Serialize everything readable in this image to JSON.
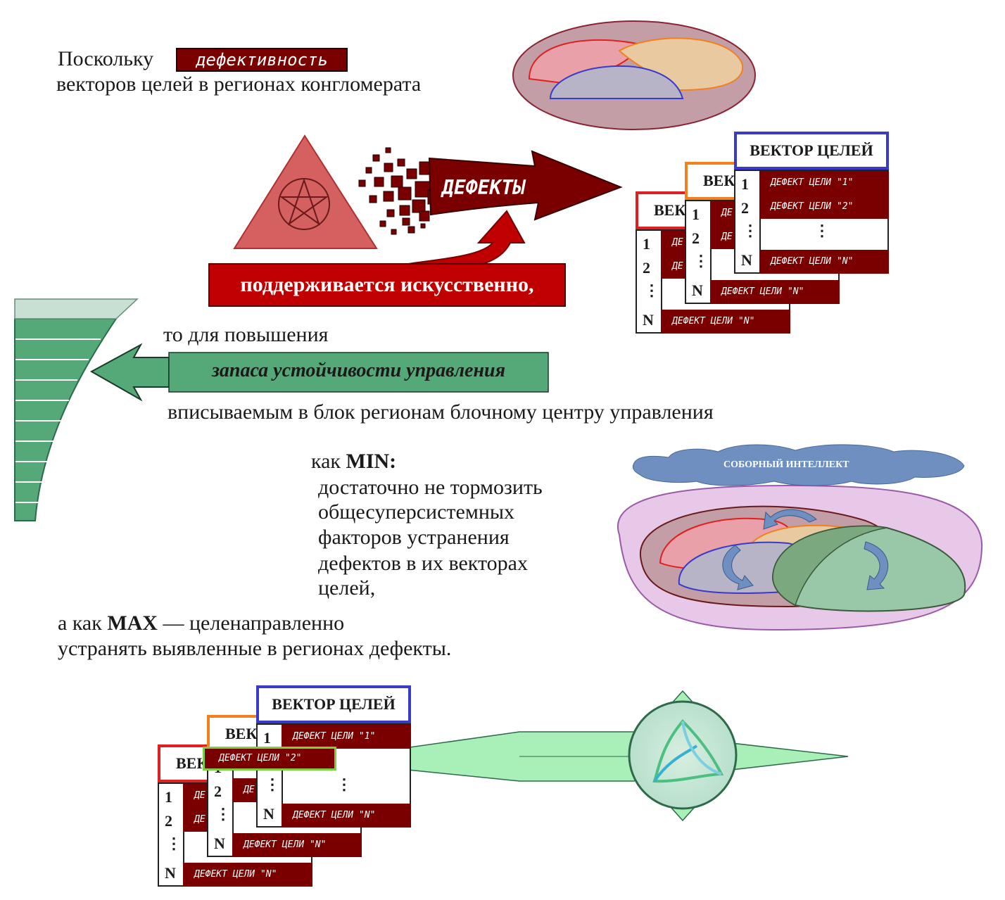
{
  "intro": {
    "prefix": "Поскольку",
    "badge": "дефективность",
    "line2": "векторов целей в регионах конгломерата"
  },
  "defects_arrow": {
    "label": "ДЕФЕКТЫ"
  },
  "support_box": {
    "label": "поддерживается искусственно,"
  },
  "goal_vector": {
    "title": "ВЕКТОР ЦЕЛЕЙ",
    "title_short": "ВЕК",
    "rows": [
      {
        "index": "1",
        "text": "ДЕФЕКТ ЦЕЛИ \"1\""
      },
      {
        "index": "2",
        "text": "ДЕФЕКТ ЦЕЛИ \"2\""
      },
      {
        "index": "⋮",
        "text": "⋮"
      },
      {
        "index": "N",
        "text": "ДЕФЕКТ ЦЕЛИ \"N\""
      }
    ],
    "cut_prefix": "ДЕ"
  },
  "increase": {
    "line1": "то для повышения"
  },
  "stability": {
    "label": "запаса устойчивости управления"
  },
  "inscribed": {
    "line": "вписываемым в блок регионам блочному центру управления"
  },
  "min": {
    "prefix": "как",
    "keyword": "MIN:",
    "lines": [
      "достаточно не тормозить",
      "общесуперсистемных",
      "факторов устранения",
      "дефектов в их векторах",
      "целей,"
    ]
  },
  "max": {
    "prefix": "а как",
    "keyword": "MAX",
    "rest": "— целенаправленно",
    "line2": "устранять выявленные в регионах дефекты."
  },
  "cloud": {
    "label": "СОБОРНЫЙ ИНТЕЛЛЕКТ"
  },
  "highlight": {
    "label": "ДЕФЕКТ ЦЕЛИ \"2\""
  },
  "colors": {
    "dark_red": "#7a0000",
    "bright_red": "#c00000",
    "green": "#55a878",
    "light_green": "#a8f0b8",
    "cloud_blue": "#6e8fbf",
    "border_red": "#e02020",
    "border_orange": "#f08020",
    "border_blue": "#3a3ac8"
  },
  "icons": [
    "pentagram-icon",
    "triquetra-icon",
    "cycle-arrow-icon"
  ]
}
